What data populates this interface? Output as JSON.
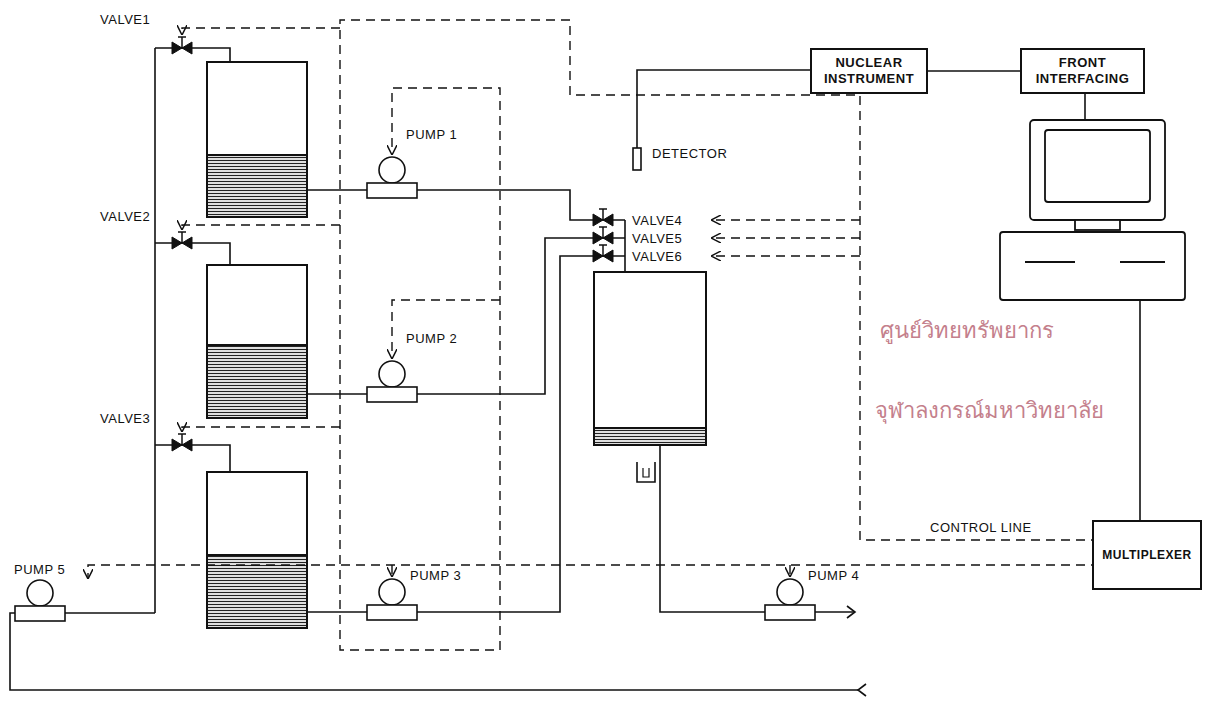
{
  "diagram": {
    "nodes": [
      {
        "text": [
          "NUCLEAR INSTRUMENT"
        ]
      },
      {
        "text": [
          "FRONT INTERFACING"
        ]
      },
      {
        "text": [
          "MULTIPLEXER"
        ]
      }
    ],
    "edges": [
      {
        "from": 0,
        "to": 1,
        "arrow": "none"
      }
    ],
    "labels": [
      "VALVE1",
      "VALVE2",
      "VALVE3",
      "PUMP 1",
      "PUMP 2",
      "PUMP 3",
      "PUMP 4",
      "PUMP 5",
      "DETECTOR",
      "VALVE4",
      "VALVE5",
      "VALVE6",
      "CONTROL LINE",
      "ศูนย์วิทยทรัพยากร",
      "จุฬาลงกรณ์มหาวิทยาลัย"
    ]
  }
}
